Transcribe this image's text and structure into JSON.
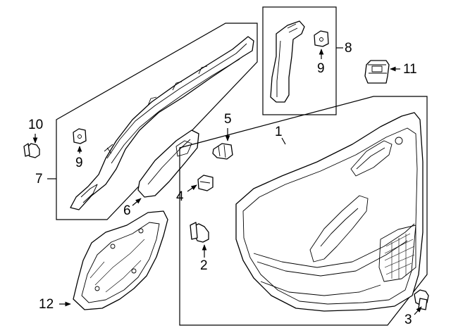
{
  "callouts": {
    "c1": "1",
    "c2": "2",
    "c3": "3",
    "c4": "4",
    "c5": "5",
    "c6": "6",
    "c7": "7",
    "c8": "8",
    "c9a": "9",
    "c9b": "9",
    "c10": "10",
    "c11": "11",
    "c12": "12"
  }
}
